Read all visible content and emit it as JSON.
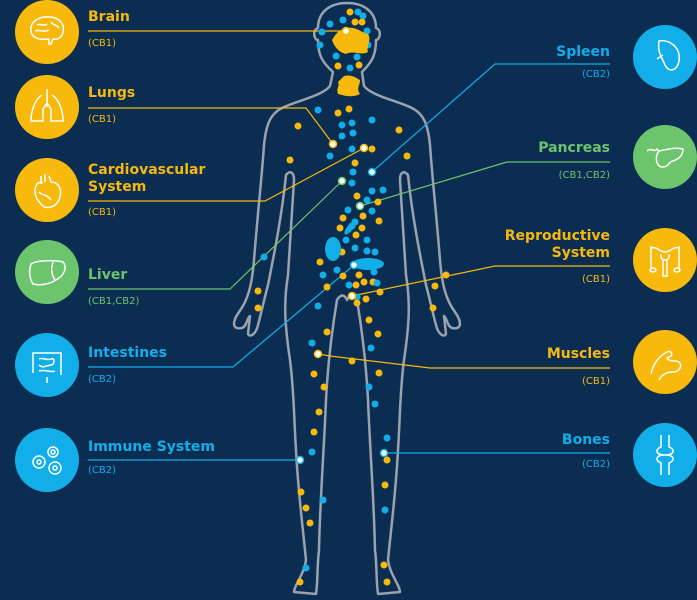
{
  "colors": {
    "background": "#0b2d52",
    "cb1": "#f6b90c",
    "cb2": "#12aee9",
    "both": "#6cc56c",
    "outline": "#9aa3ad"
  },
  "left": [
    {
      "title": "Brain",
      "sub": "(CB1)",
      "icon": "brain-icon"
    },
    {
      "title": "Lungs",
      "sub": "(CB1)",
      "icon": "lungs-icon"
    },
    {
      "title": "Cardiovascular System",
      "title_lines": [
        "Cardiovascular",
        "System"
      ],
      "sub": "(CB1)",
      "icon": "heart-icon"
    },
    {
      "title": "Liver",
      "sub": "(CB1,CB2)",
      "icon": "liver-icon"
    },
    {
      "title": "Intestines",
      "sub": "(CB2)",
      "icon": "intestines-icon"
    },
    {
      "title": "Immune System",
      "sub": "(CB2)",
      "icon": "immune-cells-icon"
    }
  ],
  "right": [
    {
      "title": "Spleen",
      "sub": "(CB2)",
      "icon": "spleen-icon"
    },
    {
      "title": "Pancreas",
      "sub": "(CB1,CB2)",
      "icon": "pancreas-icon"
    },
    {
      "title": "Reproductive System",
      "title_lines": [
        "Reproductive",
        "System"
      ],
      "sub": "(CB1)",
      "icon": "reproductive-icon"
    },
    {
      "title": "Muscles",
      "sub": "(CB1)",
      "icon": "muscle-icon"
    },
    {
      "title": "Bones",
      "sub": "(CB2)",
      "icon": "bone-joint-icon"
    }
  ]
}
